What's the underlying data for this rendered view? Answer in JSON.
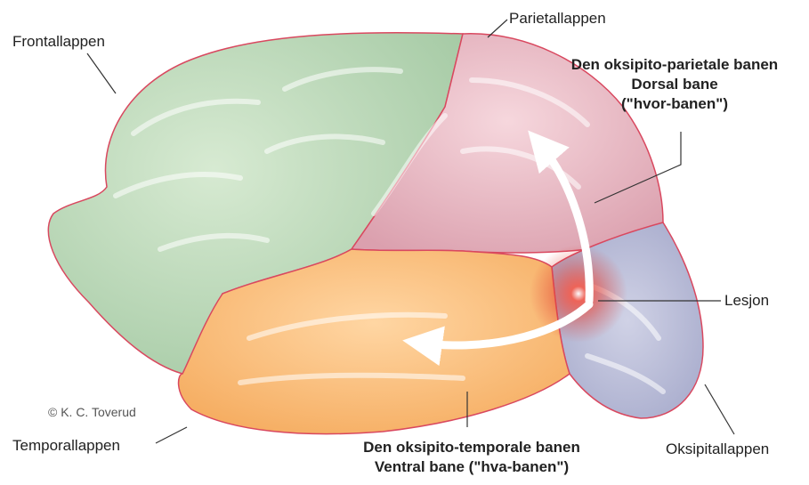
{
  "labels": {
    "frontal": "Frontallappen",
    "parietal": "Parietallappen",
    "dorsal_line1": "Den oksipito-parietale banen",
    "dorsal_line2": "Dorsal bane",
    "dorsal_line3": "(\"hvor-banen\")",
    "lesion": "Lesjon",
    "temporal": "Temporallappen",
    "ventral_line1": "Den oksipito-temporale banen",
    "ventral_line2": "Ventral bane (\"hva-banen\")",
    "occipital": "Oksipitallappen"
  },
  "credit": "© K. C. Toverud",
  "colors": {
    "frontal_lobe": "#b9d8b6",
    "parietal_lobe": "#e9b6c2",
    "temporal_lobe": "#f9c07a",
    "occipital_lobe": "#b5b9d8",
    "outline": "#d9485f",
    "lesion": "#e23a2e",
    "arrow": "#ffffff"
  }
}
